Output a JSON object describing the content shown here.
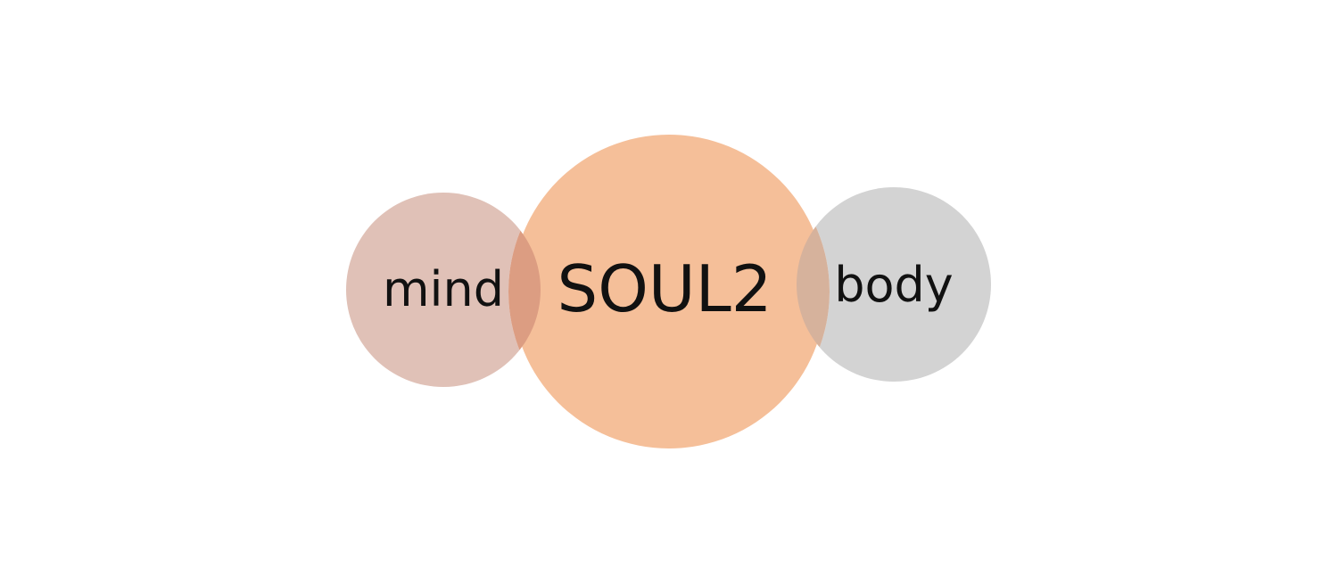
{
  "diagram": {
    "nodes": [
      {
        "id": "mind",
        "label": "mind",
        "color": "#e0c1b7"
      },
      {
        "id": "soul",
        "label": "SOUL2",
        "color": "#f5bf99"
      },
      {
        "id": "body",
        "label": "body",
        "color": "#d3d3d3"
      }
    ],
    "overlap_colors": {
      "mind_soul": "#dc9d82",
      "soul_body": "#d6b29c"
    }
  }
}
